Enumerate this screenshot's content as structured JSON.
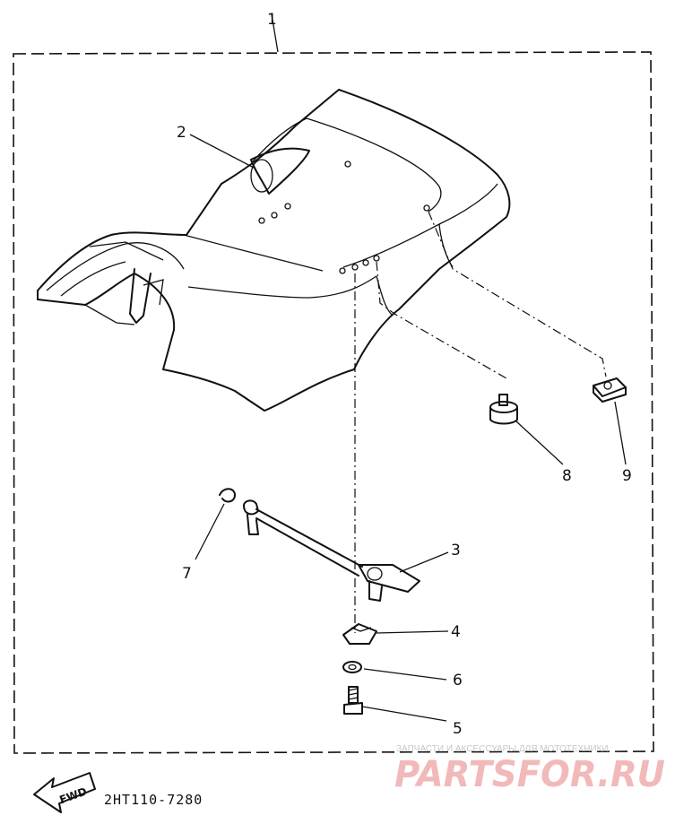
{
  "labels": {
    "assembly": "1",
    "seat_cover": "2",
    "lock_assembly": "3",
    "nut": "4",
    "bolt": "5",
    "washer": "6",
    "clip": "7",
    "damper": "8",
    "fastener": "9"
  },
  "fwd_label": "FWD",
  "part_code": "2HT110-7280",
  "watermark": {
    "caption": "ЗАПЧАСТИ И АКСЕССУАРЫ ДЛЯ МОТОТЕХНИКИ",
    "brand": "PARTSFOR.RU"
  }
}
